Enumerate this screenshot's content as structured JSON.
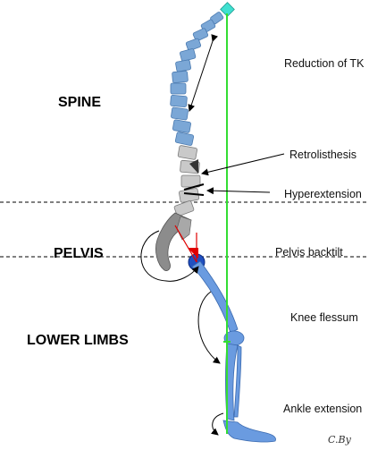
{
  "sections": {
    "spine": "SPINE",
    "pelvis": "PELVIS",
    "lower_limbs": "LOWER LIMBS"
  },
  "annotations": {
    "reduction_tk": "Reduction of TK",
    "retrolisthesis": "Retrolisthesis",
    "hyperextension": "Hyperextension",
    "pelvis_backtilt": "Pelvis backtilt",
    "knee_flessum": "Knee flessum",
    "ankle_extension": "Ankle extension"
  },
  "signature": "C.By",
  "colors": {
    "vertebra_thoracic": "#7ba7d6",
    "vertebra_lumbar": "#c9c9c9",
    "c7_marker": "#40e0d0",
    "plumb_line": "#33dd33",
    "pelvis_gray": "#8c8c8c",
    "femoral_head": "#2050c0",
    "bone_blue": "#6a9be0",
    "angle_red": "#e00000",
    "arrow_black": "#000000"
  }
}
